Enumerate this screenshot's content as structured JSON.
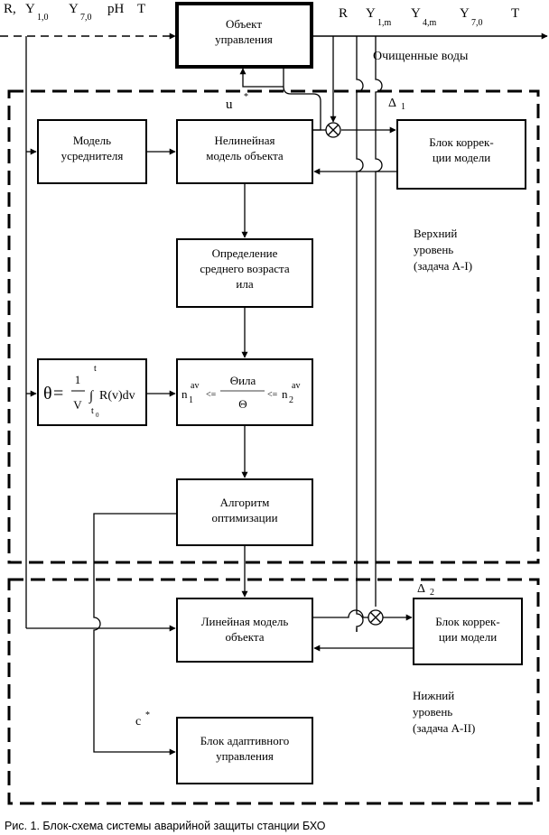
{
  "input_signals": {
    "r": "R,",
    "y": "Y",
    "y_sub": "1,0",
    "y7": "Y",
    "y7_sub": "7,0",
    "ph": "pH",
    "t": "T"
  },
  "output_signals": {
    "r": "R",
    "y1": "Y",
    "y1_sub": "1,m",
    "y4": "Y",
    "y4_sub": "4,m",
    "y7": "Y",
    "y7_sub": "7,0",
    "t": "T"
  },
  "output_label": "Очищенные воды",
  "plant_block": {
    "line1": "Объект",
    "line2": "управления"
  },
  "u_star": {
    "base": "u",
    "sup": "*"
  },
  "delta1": {
    "sym": "Δ",
    "sub": "1"
  },
  "delta2": {
    "sym": "Δ",
    "sub": "2"
  },
  "c_star": {
    "base": "c",
    "sup": "*"
  },
  "upper_level": {
    "averager_model": {
      "line1": "Модель",
      "line2": "усреднителя"
    },
    "nonlinear_model": {
      "line1": "Нелинейная",
      "line2": "модель объекта"
    },
    "correction": {
      "line1": "Блок коррек-",
      "line2": "ции модели"
    },
    "avg_age": {
      "line1": "Определение",
      "line2": "среднего возраста",
      "line3": "ила"
    },
    "theta_formula": {
      "theta": "θ",
      "eq": "=",
      "one": "1",
      "v": "V",
      "int": "∫",
      "upper": "t",
      "lower": "t",
      "lower_sub": "0",
      "body": "R(v)dv"
    },
    "constraint": {
      "n1": "n",
      "n1_sub": "1",
      "n1_sup": "av",
      "le1": "<=",
      "num": "Θила",
      "den": "Θ",
      "le2": "<=",
      "n2": "n",
      "n2_sub": "2",
      "n2_sup": "av"
    },
    "optimization": {
      "line1": "Алгоритм",
      "line2": "оптимизации"
    },
    "label": {
      "line1": "Верхний",
      "line2": "уровень",
      "line3": "(задача А-I)"
    }
  },
  "lower_level": {
    "linear_model": {
      "line1": "Линейная модель",
      "line2": "объекта"
    },
    "correction": {
      "line1": "Блок коррек-",
      "line2": "ции модели"
    },
    "adaptive": {
      "line1": "Блок адаптивного",
      "line2": "управления"
    },
    "label": {
      "line1": "Нижний",
      "line2": "уровень",
      "line3": "(задача А-II)"
    }
  },
  "caption": "Рис. 1. Блок-схема системы аварийной защиты станции БХО"
}
